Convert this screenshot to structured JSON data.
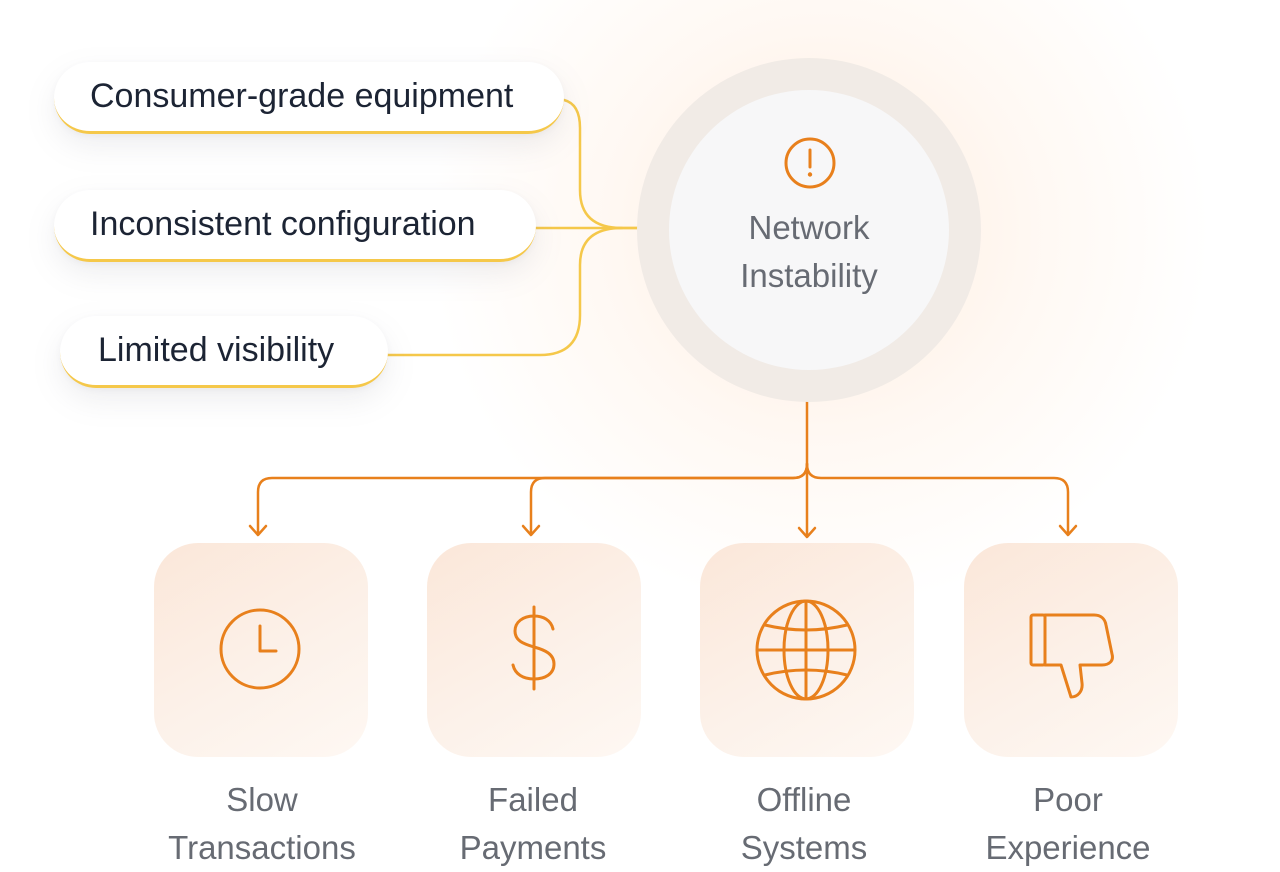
{
  "colors": {
    "accent_orange": "#e8801c",
    "connector_yellow": "#f5c84a",
    "cause_text": "#1c2434",
    "muted_text": "#676b73",
    "tile_fill": "#fbe7d9"
  },
  "center": {
    "title_line1": "Network",
    "title_line2": "Instability",
    "icon": "alert-circle-icon"
  },
  "causes": [
    {
      "label": "Consumer-grade equipment"
    },
    {
      "label": "Inconsistent configuration"
    },
    {
      "label": "Limited visibility"
    }
  ],
  "effects": [
    {
      "line1": "Slow",
      "line2": "Transactions",
      "icon": "clock-icon"
    },
    {
      "line1": "Failed",
      "line2": "Payments",
      "icon": "dollar-icon"
    },
    {
      "line1": "Offline",
      "line2": "Systems",
      "icon": "globe-icon"
    },
    {
      "line1": "Poor",
      "line2": "Experience",
      "icon": "thumbs-down-icon"
    }
  ]
}
